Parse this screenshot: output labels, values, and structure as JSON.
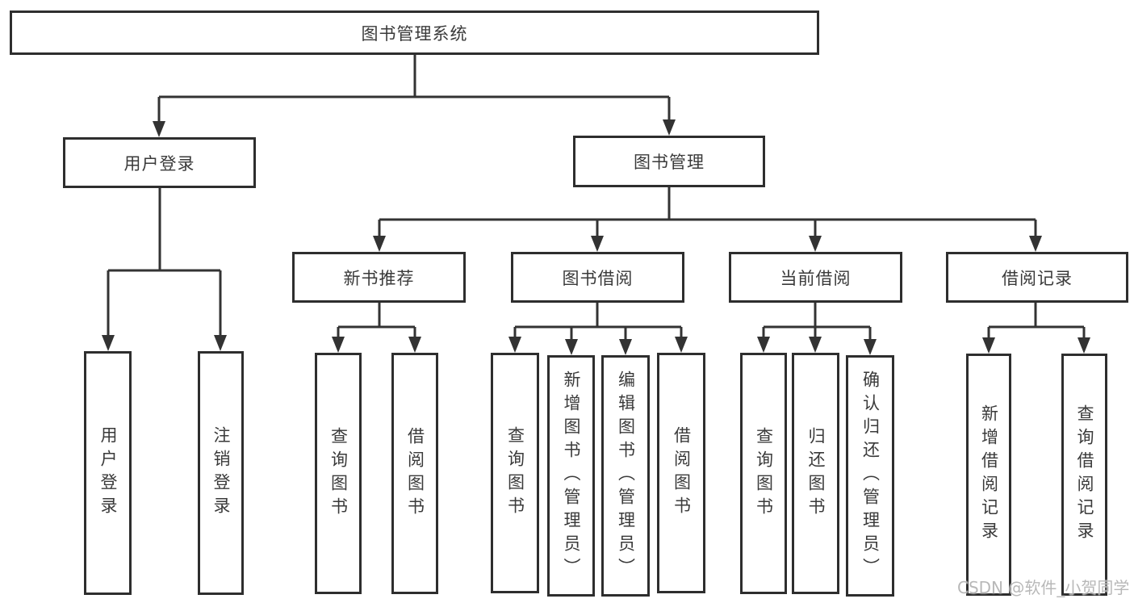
{
  "title": "图书管理系统",
  "watermark": {
    "text": "CSDN @软件_小贺同学"
  },
  "colors": {
    "line": "#333333",
    "box_border": "#2e2e2e",
    "text": "#3a3a3a",
    "background": "#ffffff",
    "watermark": "#b3b3b3"
  },
  "tree": {
    "label": "图书管理系统",
    "children": [
      {
        "label": "用户登录",
        "children": [
          {
            "label": "用户登录"
          },
          {
            "label": "注销登录"
          }
        ]
      },
      {
        "label": "图书管理",
        "children": [
          {
            "label": "新书推荐",
            "children": [
              {
                "label": "查询图书"
              },
              {
                "label": "借阅图书"
              }
            ]
          },
          {
            "label": "图书借阅",
            "children": [
              {
                "label": "查询图书"
              },
              {
                "label": "新增图书（管理员）"
              },
              {
                "label": "编辑图书（管理员）"
              },
              {
                "label": "借阅图书"
              }
            ]
          },
          {
            "label": "当前借阅",
            "children": [
              {
                "label": "查询图书"
              },
              {
                "label": "归还图书"
              },
              {
                "label": "确认归还（管理员）"
              }
            ]
          },
          {
            "label": "借阅记录",
            "children": [
              {
                "label": "新增借阅记录"
              },
              {
                "label": "查询借阅记录"
              }
            ]
          }
        ]
      }
    ]
  }
}
